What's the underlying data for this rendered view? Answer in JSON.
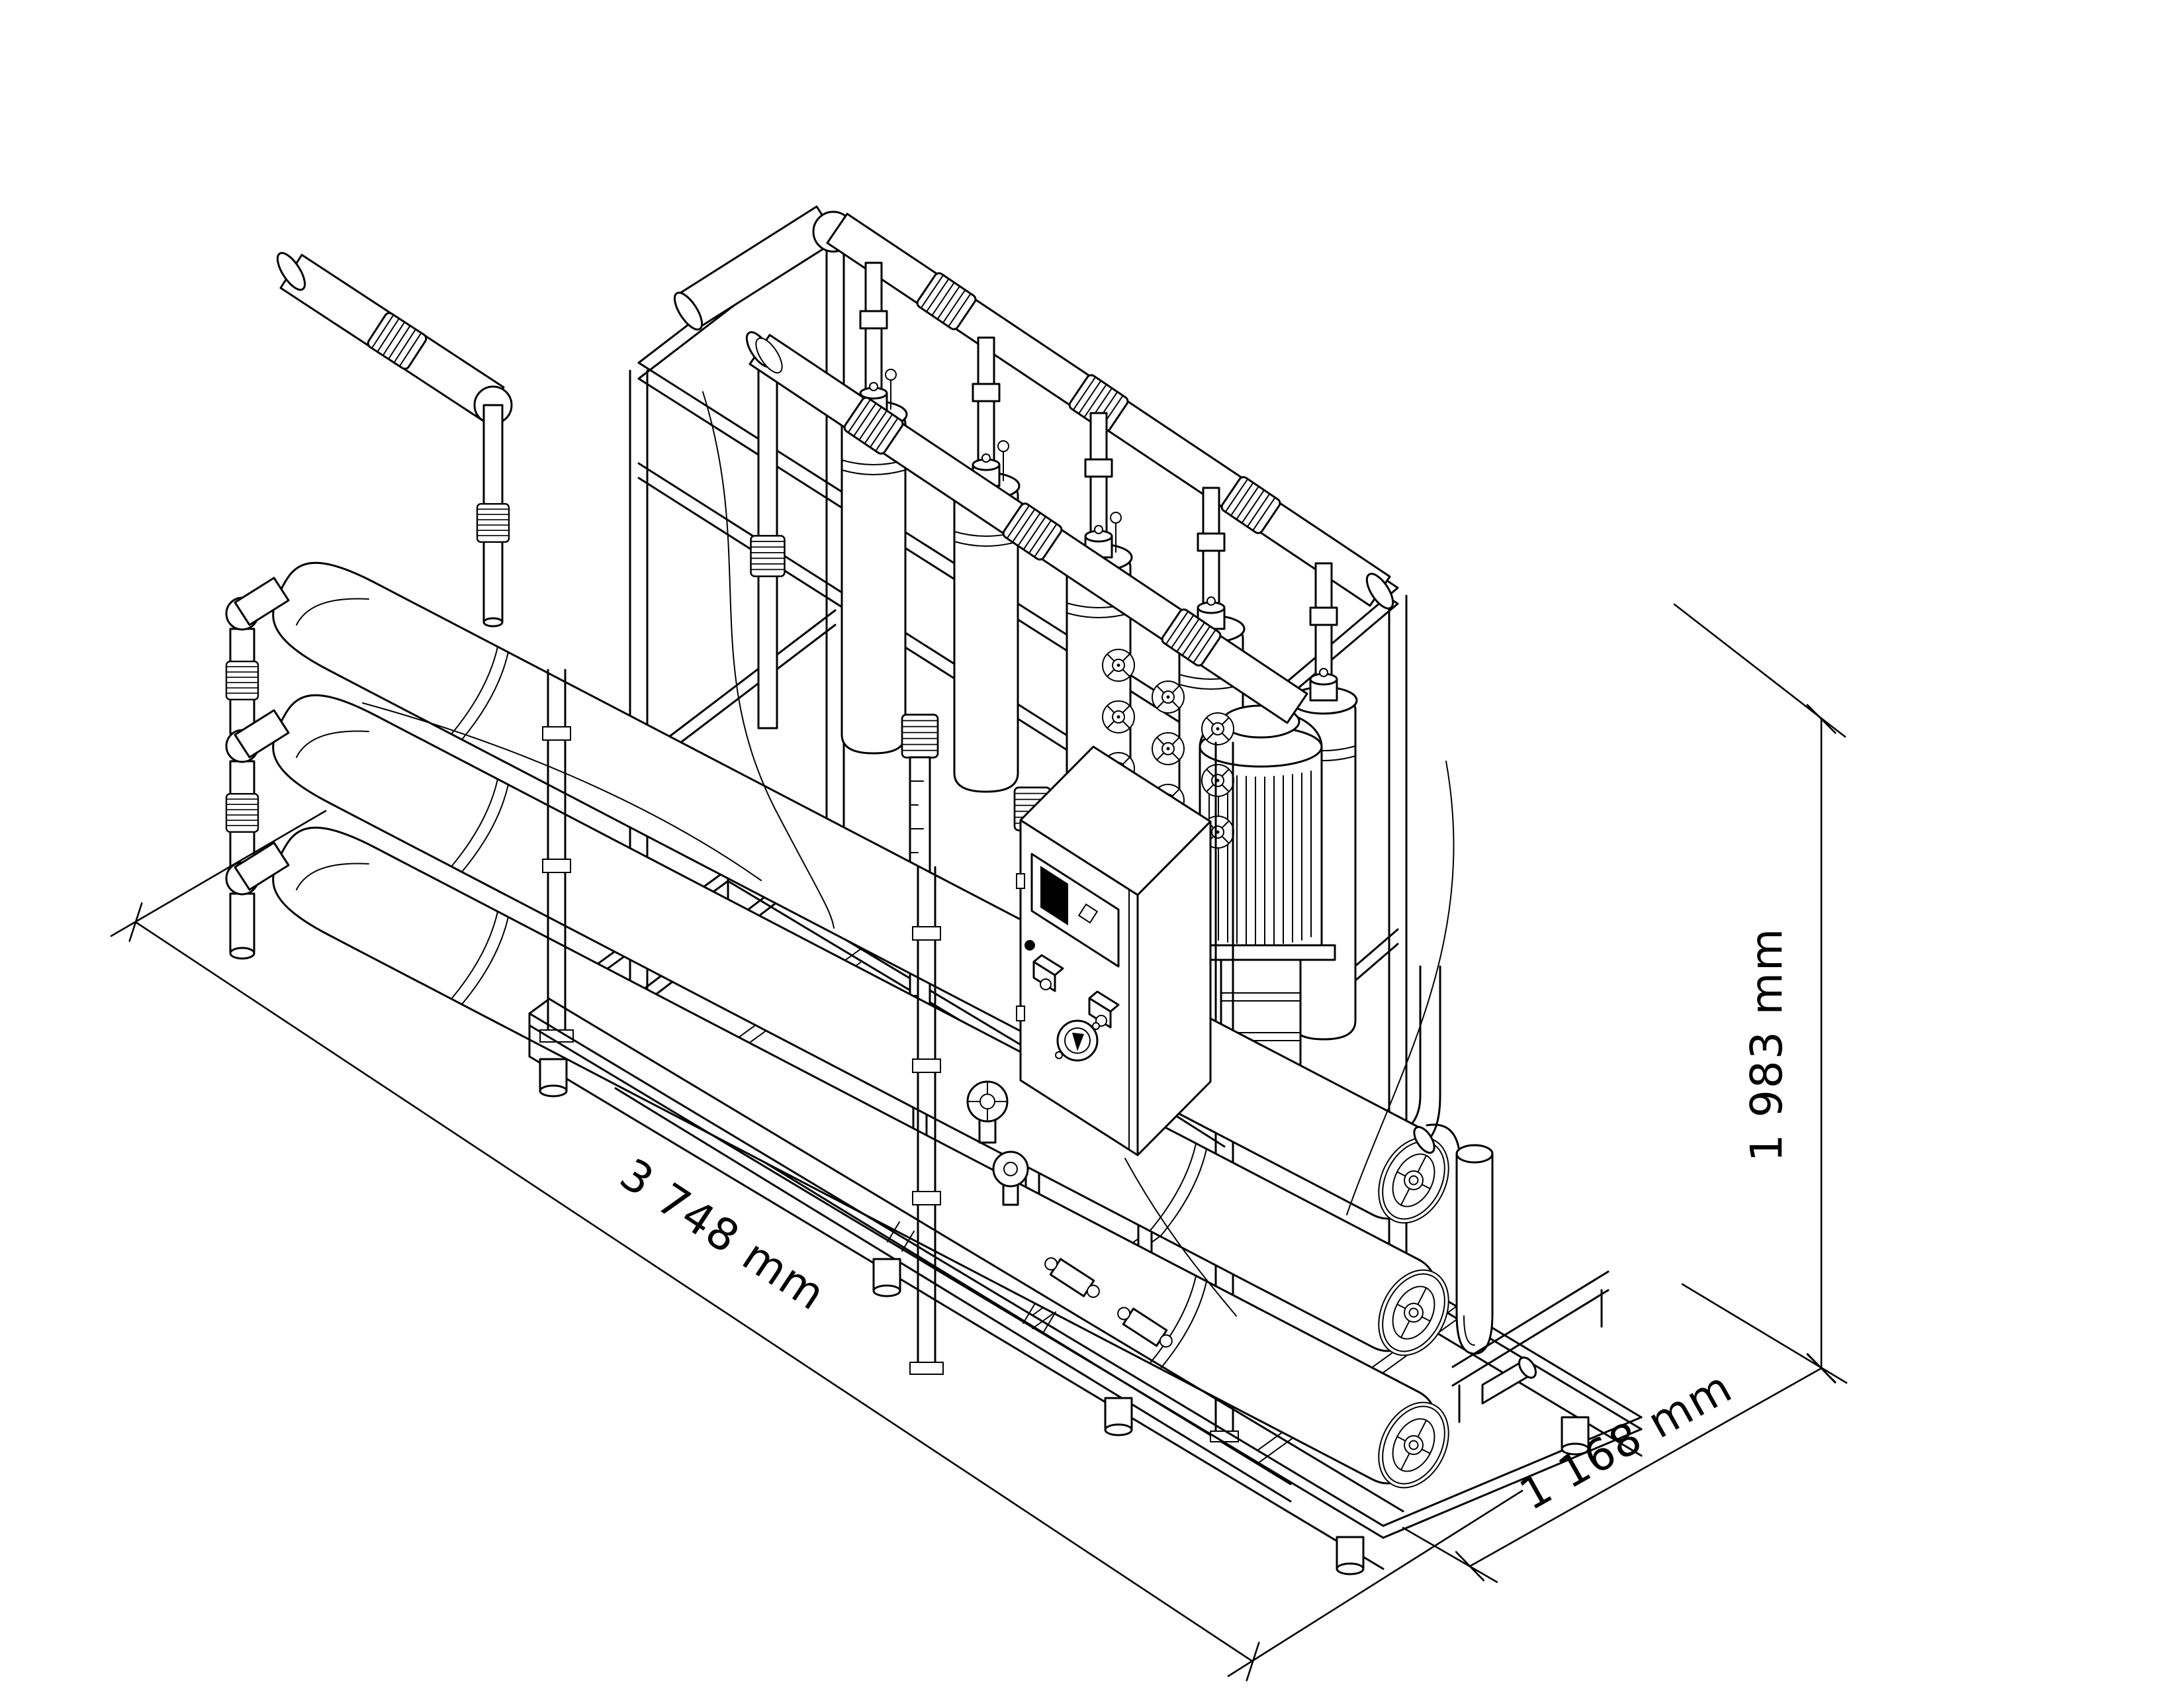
{
  "page": {
    "background_color": "#ffffff",
    "line_color": "#000000"
  },
  "drawing": {
    "annotations": {
      "length_label": "3 748 mm",
      "depth_label": "1 168 mm",
      "height_label": "1 983 mm"
    }
  }
}
